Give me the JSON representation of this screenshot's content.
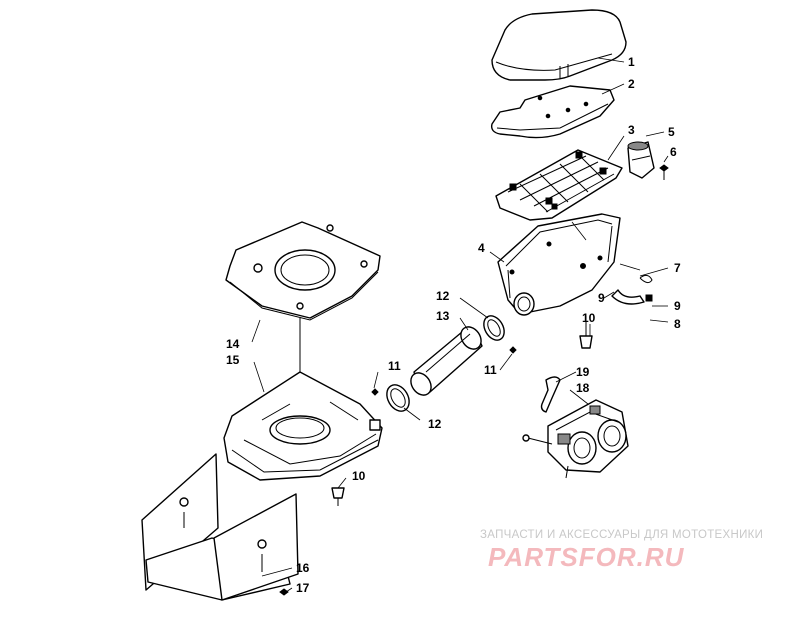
{
  "diagram": {
    "callouts": {
      "c1": "1",
      "c2": "2",
      "c3": "3",
      "c4": "4",
      "c5": "5",
      "c6": "6",
      "c7": "7",
      "c8": "8",
      "c9a": "9",
      "c9b": "9",
      "c10a": "10",
      "c10b": "10",
      "c11a": "11",
      "c11b": "11",
      "c12a": "12",
      "c12b": "12",
      "c13": "13",
      "c14": "14",
      "c15": "15",
      "c16": "16",
      "c17": "17",
      "c18": "18",
      "c19": "19"
    }
  },
  "watermark": {
    "subtitle": "ЗАПЧАСТИ И АКСЕССУАРЫ ДЛЯ МОТОТЕХНИКИ",
    "logo": "PARTSFOR.RU"
  }
}
